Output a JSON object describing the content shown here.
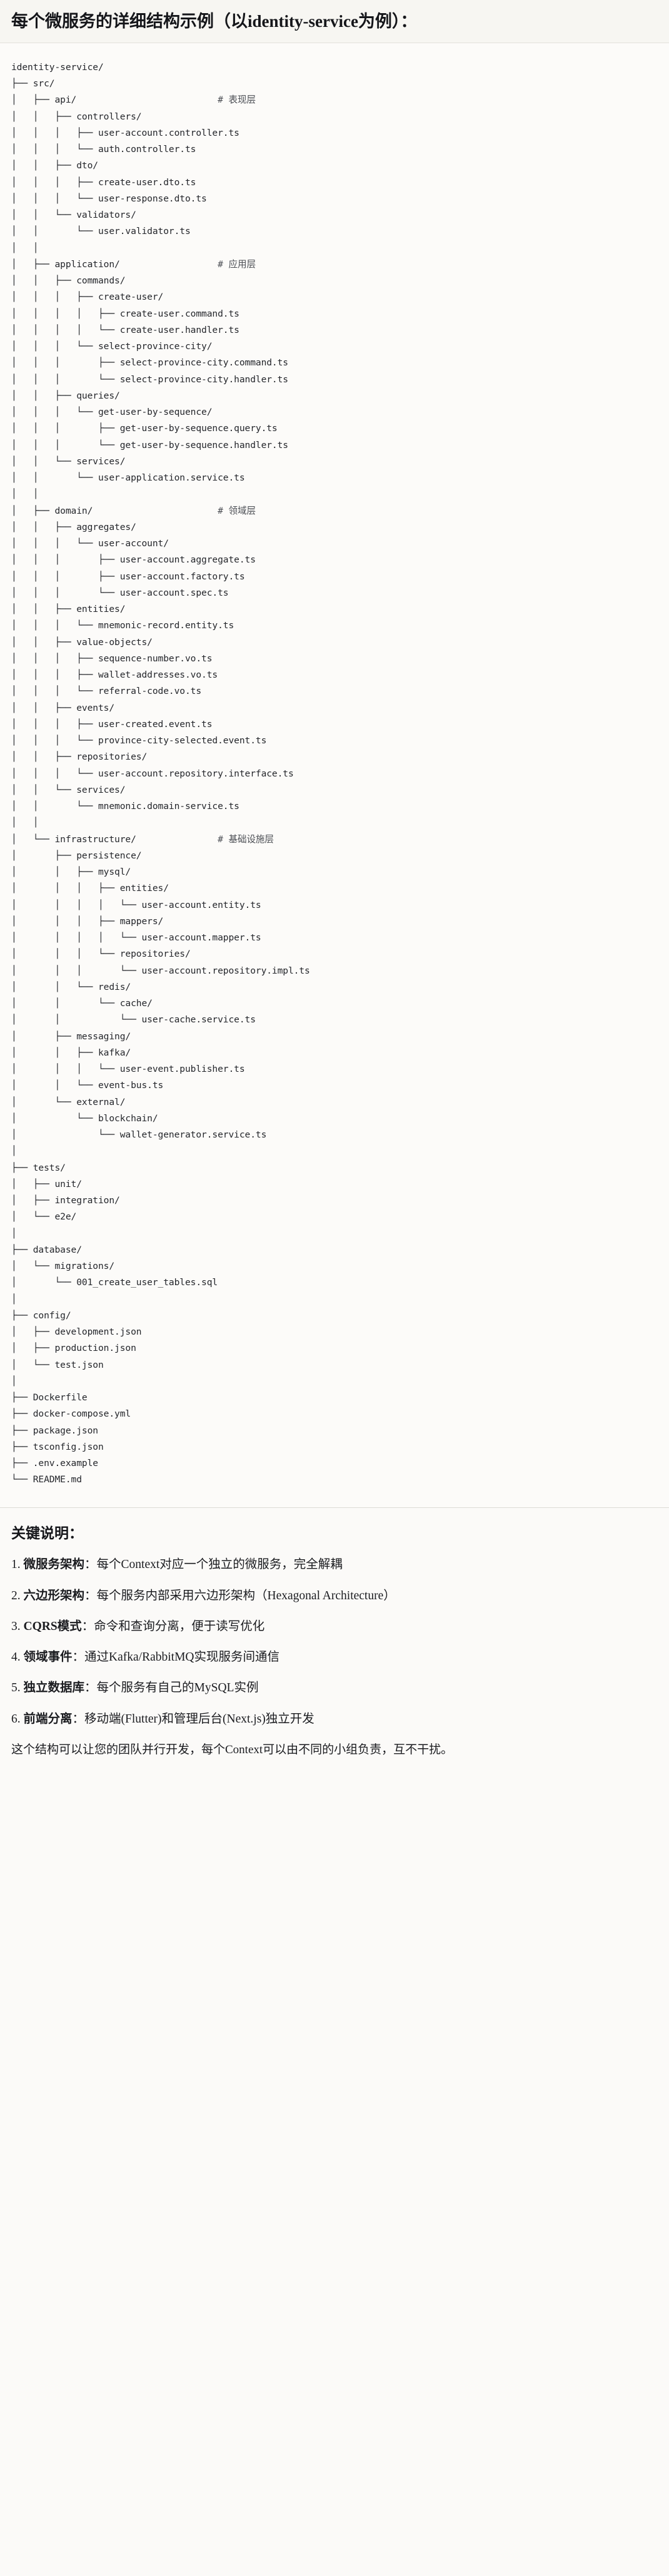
{
  "header": {
    "title": "每个微服务的详细结构示例（以identity-service为例）："
  },
  "tree": {
    "root": "identity-service/",
    "text": "identity-service/\n├── src/\n│   ├── api/                          # 表现层\n│   │   ├── controllers/\n│   │   │   ├── user-account.controller.ts\n│   │   │   └── auth.controller.ts\n│   │   ├── dto/\n│   │   │   ├── create-user.dto.ts\n│   │   │   └── user-response.dto.ts\n│   │   └── validators/\n│   │       └── user.validator.ts\n│   │\n│   ├── application/                  # 应用层\n│   │   ├── commands/\n│   │   │   ├── create-user/\n│   │   │   │   ├── create-user.command.ts\n│   │   │   │   └── create-user.handler.ts\n│   │   │   └── select-province-city/\n│   │   │       ├── select-province-city.command.ts\n│   │   │       └── select-province-city.handler.ts\n│   │   ├── queries/\n│   │   │   └── get-user-by-sequence/\n│   │   │       ├── get-user-by-sequence.query.ts\n│   │   │       └── get-user-by-sequence.handler.ts\n│   │   └── services/\n│   │       └── user-application.service.ts\n│   │\n│   ├── domain/                       # 领域层\n│   │   ├── aggregates/\n│   │   │   └── user-account/\n│   │   │       ├── user-account.aggregate.ts\n│   │   │       ├── user-account.factory.ts\n│   │   │       └── user-account.spec.ts\n│   │   ├── entities/\n│   │   │   └── mnemonic-record.entity.ts\n│   │   ├── value-objects/\n│   │   │   ├── sequence-number.vo.ts\n│   │   │   ├── wallet-addresses.vo.ts\n│   │   │   └── referral-code.vo.ts\n│   │   ├── events/\n│   │   │   ├── user-created.event.ts\n│   │   │   └── province-city-selected.event.ts\n│   │   ├── repositories/\n│   │   │   └── user-account.repository.interface.ts\n│   │   └── services/\n│   │       └── mnemonic.domain-service.ts\n│   │\n│   └── infrastructure/               # 基础设施层\n│       ├── persistence/\n│       │   ├── mysql/\n│       │   │   ├── entities/\n│       │   │   │   └── user-account.entity.ts\n│       │   │   ├── mappers/\n│       │   │   │   └── user-account.mapper.ts\n│       │   │   └── repositories/\n│       │   │       └── user-account.repository.impl.ts\n│       │   └── redis/\n│       │       └── cache/\n│       │           └── user-cache.service.ts\n│       ├── messaging/\n│       │   ├── kafka/\n│       │   │   └── user-event.publisher.ts\n│       │   └── event-bus.ts\n│       └── external/\n│           └── blockchain/\n│               └── wallet-generator.service.ts\n│\n├── tests/\n│   ├── unit/\n│   ├── integration/\n│   └── e2e/\n│\n├── database/\n│   └── migrations/\n│       └── 001_create_user_tables.sql\n│\n├── config/\n│   ├── development.json\n│   ├── production.json\n│   └── test.json\n│\n├── Dockerfile\n├── docker-compose.yml\n├── package.json\n├── tsconfig.json\n├── .env.example\n└── README.md",
    "comments": [
      {
        "label": "# 表现层",
        "target": "api/"
      },
      {
        "label": "# 应用层",
        "target": "application/"
      },
      {
        "label": "# 领域层",
        "target": "domain/"
      },
      {
        "label": "# 基础设施层",
        "target": "infrastructure/"
      }
    ]
  },
  "notes": {
    "title": "关键说明：",
    "items": [
      {
        "num": "1.",
        "term": "微服务架构",
        "sep": "：",
        "desc": "每个Context对应一个独立的微服务，完全解耦"
      },
      {
        "num": "2.",
        "term": "六边形架构",
        "sep": "：",
        "desc": "每个服务内部采用六边形架构（Hexagonal Architecture）"
      },
      {
        "num": "3.",
        "term": "CQRS模式",
        "sep": "：",
        "desc": "命令和查询分离，便于读写优化"
      },
      {
        "num": "4.",
        "term": "领域事件",
        "sep": "：",
        "desc": "通过Kafka/RabbitMQ实现服务间通信"
      },
      {
        "num": "5.",
        "term": "独立数据库",
        "sep": "：",
        "desc": "每个服务有自己的MySQL实例"
      },
      {
        "num": "6.",
        "term": "前端分离",
        "sep": "：",
        "desc": "移动端(Flutter)和管理后台(Next.js)独立开发"
      }
    ],
    "closing": "这个结构可以让您的团队并行开发，每个Context可以由不同的小组负责，互不干扰。"
  },
  "colors": {
    "page_bg": "#fbfaf8",
    "header_bg": "#f7f6f2",
    "tree_bg": "#fcfbf9",
    "text": "#1f1f1f",
    "comment": "#4c4f55",
    "rule": "#e3e1dc"
  }
}
